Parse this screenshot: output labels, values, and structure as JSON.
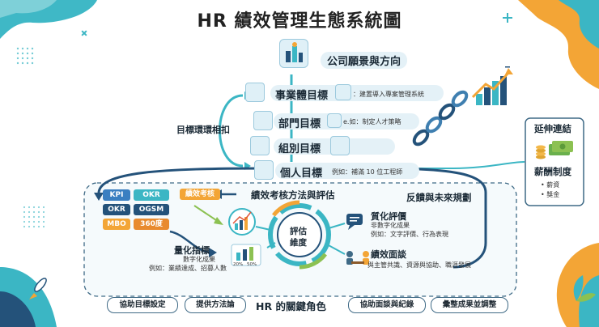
{
  "title": "HR 績效管理生態系統圖",
  "levels": {
    "vision": "公司願景與方向",
    "business": "事業體目標",
    "business_note": "：建置導入專案管理系統",
    "dept": "部門目標",
    "dept_note": "e.如：制定人才策略",
    "group": "組別目標",
    "personal": "個人目標",
    "personal_note": "例如：補滿 10 位工程師"
  },
  "loop_label": "目標環環相扣",
  "extension": {
    "title": "延伸連結",
    "item": "薪酬制度",
    "bullets": [
      "• 薪資",
      "• 獎金"
    ]
  },
  "methods": {
    "title": "績效考核方法與評估",
    "tags": [
      "KPI",
      "OKR",
      "績效考核",
      "OKR",
      "OGSM",
      "MBO",
      "360度"
    ]
  },
  "feedback_title": "反饋與未來規劃",
  "center": {
    "line1": "評估",
    "line2": "維度"
  },
  "qualitative": {
    "title": "質化評價",
    "sub": "非數字化成果",
    "example": "例如：文字評價、行為表現"
  },
  "quantitative": {
    "title": "量化指標",
    "sub": "數字化成果",
    "example": "例如：業績達成、招募人數",
    "chart_labels": [
      "20%",
      "50%"
    ]
  },
  "interview": {
    "title": "績效面談",
    "desc": "與主管共識、資源與協助、職涯發展"
  },
  "hr_role": {
    "title": "HR 的關鍵角色",
    "pills": [
      "協助目標設定",
      "提供方法論",
      "協助面談與紀錄",
      "彙整成果並調整"
    ]
  },
  "colors": {
    "teal": "#3bb6c4",
    "navy": "#24527a",
    "orange": "#f3a536",
    "green": "#8cc152",
    "tag_blue": "#3a7fc1"
  }
}
